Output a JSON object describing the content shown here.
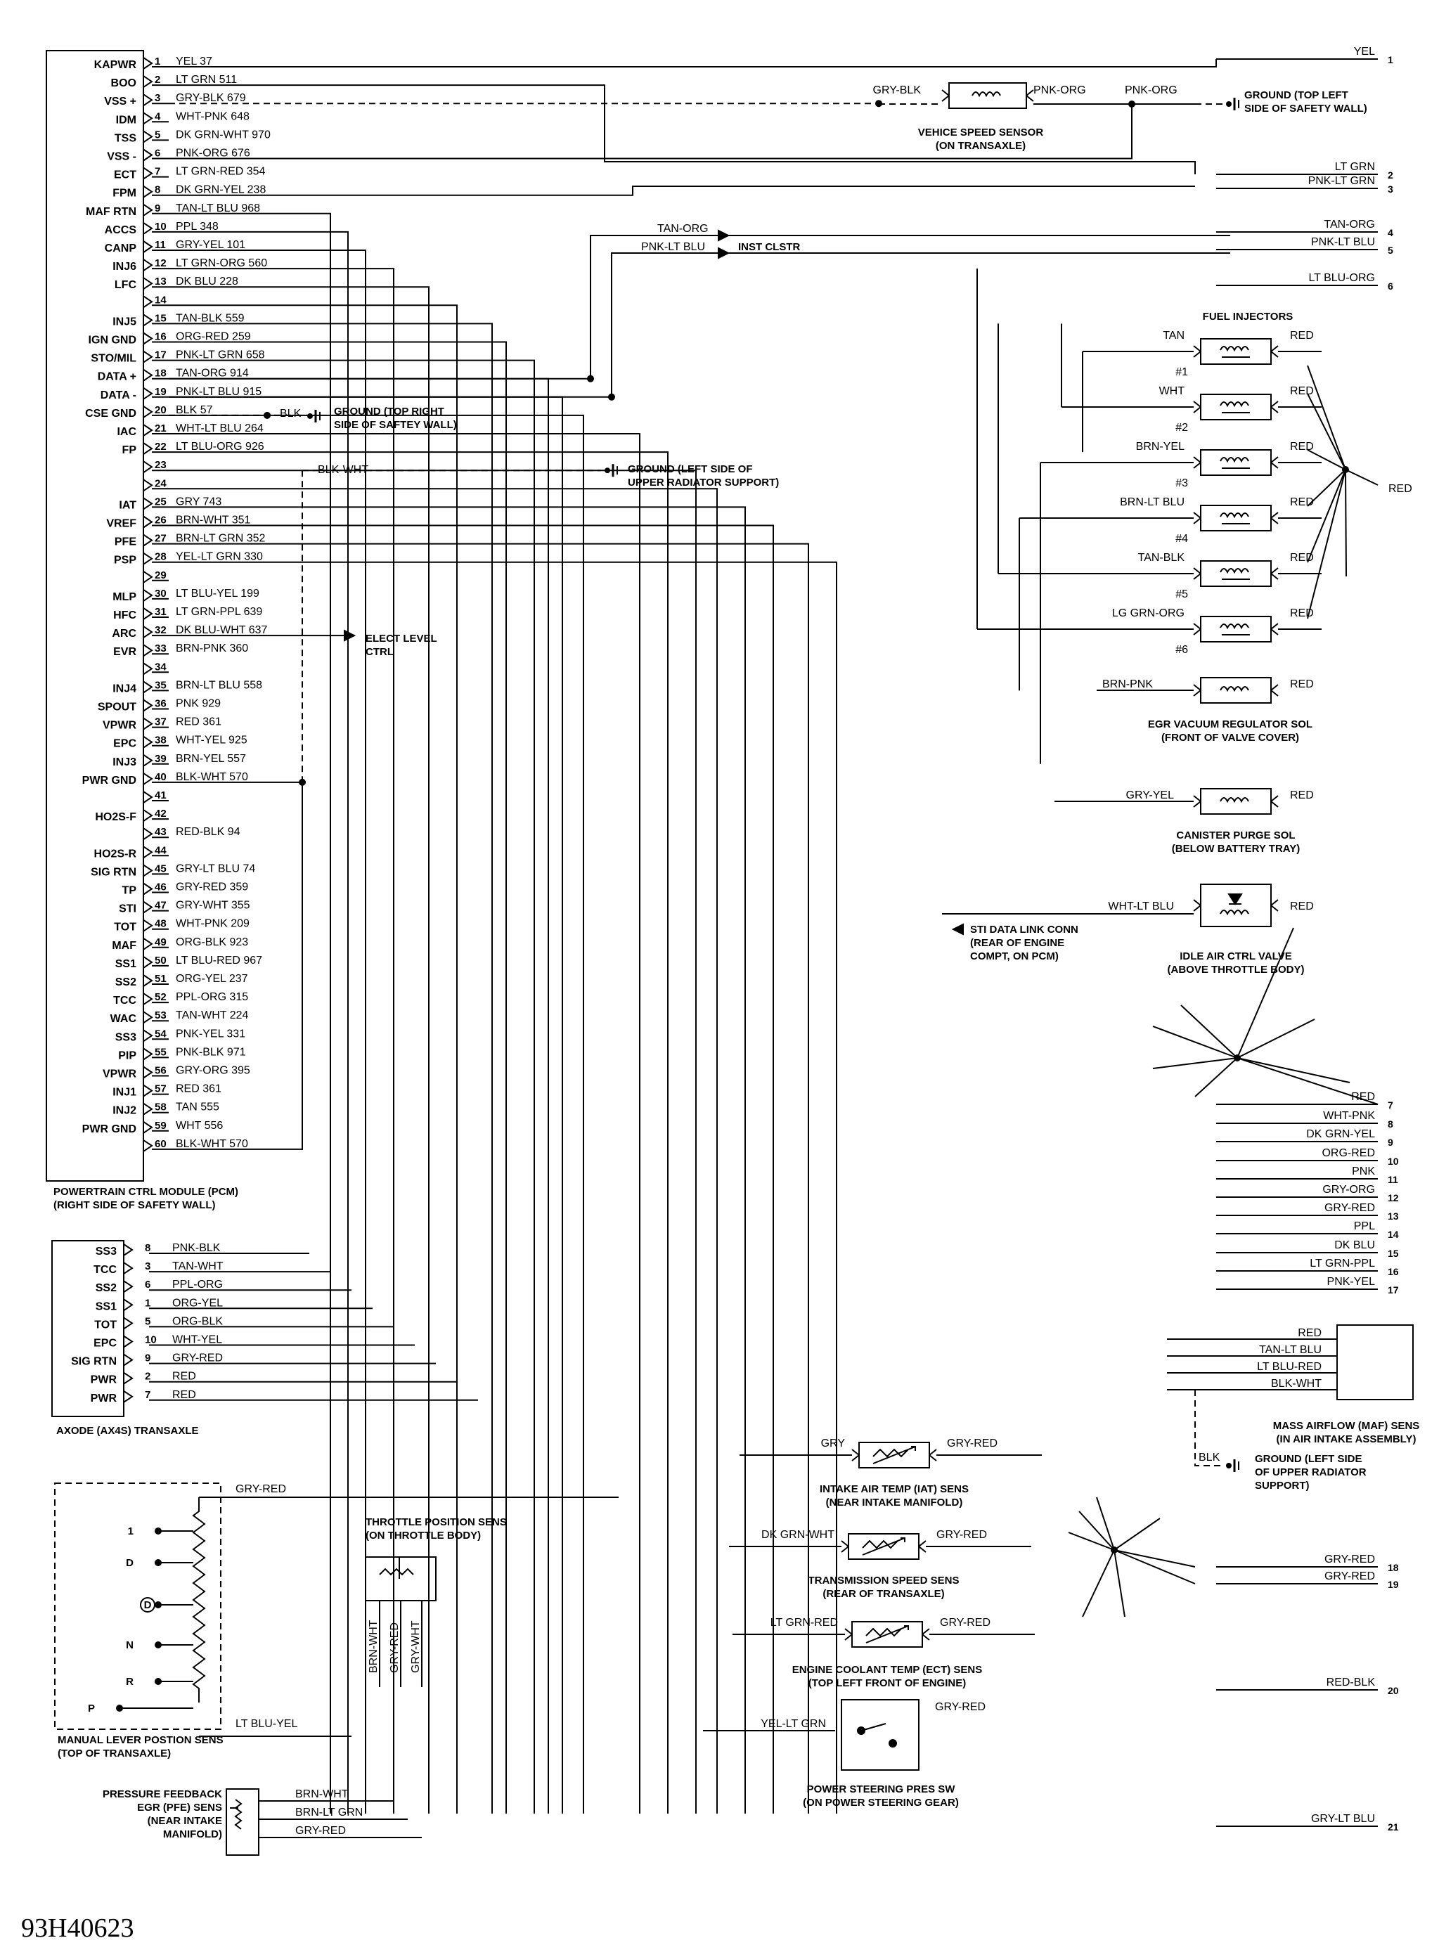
{
  "figure_id": "93H40623",
  "pcm": {
    "caption": [
      "POWERTRAIN CTRL MODULE (PCM)",
      "(RIGHT SIDE OF SAFETY WALL)"
    ],
    "pins": [
      {
        "n": "1",
        "sig": "KAPWR",
        "wire": "YEL 37"
      },
      {
        "n": "2",
        "sig": "BOO",
        "wire": "LT GRN 511"
      },
      {
        "n": "3",
        "sig": "VSS +",
        "wire": "GRY-BLK 679"
      },
      {
        "n": "4",
        "sig": "IDM",
        "wire": "WHT-PNK 648"
      },
      {
        "n": "5",
        "sig": "TSS",
        "wire": "DK GRN-WHT 970"
      },
      {
        "n": "6",
        "sig": "VSS -",
        "wire": "PNK-ORG 676"
      },
      {
        "n": "7",
        "sig": "ECT",
        "wire": "LT GRN-RED 354"
      },
      {
        "n": "8",
        "sig": "FPM",
        "wire": "DK GRN-YEL 238"
      },
      {
        "n": "9",
        "sig": "MAF RTN",
        "wire": "TAN-LT BLU 968"
      },
      {
        "n": "10",
        "sig": "ACCS",
        "wire": "PPL 348"
      },
      {
        "n": "11",
        "sig": "CANP",
        "wire": "GRY-YEL 101"
      },
      {
        "n": "12",
        "sig": "INJ6",
        "wire": "LT GRN-ORG 560"
      },
      {
        "n": "13",
        "sig": "LFC",
        "wire": "DK BLU 228"
      },
      {
        "n": "14",
        "sig": "",
        "wire": ""
      },
      {
        "n": "15",
        "sig": "INJ5",
        "wire": "TAN-BLK 559"
      },
      {
        "n": "16",
        "sig": "IGN GND",
        "wire": "ORG-RED 259"
      },
      {
        "n": "17",
        "sig": "STO/MIL",
        "wire": "PNK-LT GRN 658"
      },
      {
        "n": "18",
        "sig": "DATA +",
        "wire": "TAN-ORG 914"
      },
      {
        "n": "19",
        "sig": "DATA -",
        "wire": "PNK-LT BLU 915"
      },
      {
        "n": "20",
        "sig": "CSE GND",
        "wire": "BLK 57"
      },
      {
        "n": "21",
        "sig": "IAC",
        "wire": "WHT-LT BLU 264"
      },
      {
        "n": "22",
        "sig": "FP",
        "wire": "LT BLU-ORG 926"
      },
      {
        "n": "23",
        "sig": "",
        "wire": ""
      },
      {
        "n": "24",
        "sig": "",
        "wire": ""
      },
      {
        "n": "25",
        "sig": "IAT",
        "wire": "GRY 743"
      },
      {
        "n": "26",
        "sig": "VREF",
        "wire": "BRN-WHT 351"
      },
      {
        "n": "27",
        "sig": "PFE",
        "wire": "BRN-LT GRN 352"
      },
      {
        "n": "28",
        "sig": "PSP",
        "wire": "YEL-LT GRN 330"
      },
      {
        "n": "29",
        "sig": "",
        "wire": ""
      },
      {
        "n": "30",
        "sig": "MLP",
        "wire": "LT BLU-YEL 199"
      },
      {
        "n": "31",
        "sig": "HFC",
        "wire": "LT GRN-PPL 639"
      },
      {
        "n": "32",
        "sig": "ARC",
        "wire": "DK BLU-WHT 637"
      },
      {
        "n": "33",
        "sig": "EVR",
        "wire": "BRN-PNK 360"
      },
      {
        "n": "34",
        "sig": "",
        "wire": ""
      },
      {
        "n": "35",
        "sig": "INJ4",
        "wire": "BRN-LT BLU 558"
      },
      {
        "n": "36",
        "sig": "SPOUT",
        "wire": "PNK 929"
      },
      {
        "n": "37",
        "sig": "VPWR",
        "wire": "RED 361"
      },
      {
        "n": "38",
        "sig": "EPC",
        "wire": "WHT-YEL 925"
      },
      {
        "n": "39",
        "sig": "INJ3",
        "wire": "BRN-YEL 557"
      },
      {
        "n": "40",
        "sig": "PWR GND",
        "wire": "BLK-WHT 570"
      },
      {
        "n": "41",
        "sig": "",
        "wire": ""
      },
      {
        "n": "42",
        "sig": "HO2S-F",
        "wire": ""
      },
      {
        "n": "43",
        "sig": "",
        "wire": "RED-BLK 94"
      },
      {
        "n": "44",
        "sig": "HO2S-R",
        "wire": ""
      },
      {
        "n": "45",
        "sig": "SIG RTN",
        "wire": "GRY-LT BLU 74"
      },
      {
        "n": "46",
        "sig": "TP",
        "wire": "GRY-RED 359"
      },
      {
        "n": "47",
        "sig": "STI",
        "wire": "GRY-WHT 355"
      },
      {
        "n": "48",
        "sig": "TOT",
        "wire": "WHT-PNK 209"
      },
      {
        "n": "49",
        "sig": "MAF",
        "wire": "ORG-BLK 923"
      },
      {
        "n": "50",
        "sig": "SS1",
        "wire": "LT BLU-RED 967"
      },
      {
        "n": "51",
        "sig": "SS2",
        "wire": "ORG-YEL 237"
      },
      {
        "n": "52",
        "sig": "TCC",
        "wire": "PPL-ORG 315"
      },
      {
        "n": "53",
        "sig": "WAC",
        "wire": "TAN-WHT 224"
      },
      {
        "n": "54",
        "sig": "SS3",
        "wire": "PNK-YEL 331"
      },
      {
        "n": "55",
        "sig": "PIP",
        "wire": "PNK-BLK 971"
      },
      {
        "n": "56",
        "sig": "VPWR",
        "wire": "GRY-ORG 395"
      },
      {
        "n": "57",
        "sig": "INJ1",
        "wire": "RED 361"
      },
      {
        "n": "58",
        "sig": "INJ2",
        "wire": "TAN 555"
      },
      {
        "n": "59",
        "sig": "PWR GND",
        "wire": "WHT 556"
      },
      {
        "n": "60",
        "sig": "",
        "wire": "BLK-WHT 570"
      }
    ]
  },
  "transaxle": {
    "caption": "AXODE (AX4S) TRANSAXLE",
    "pins": [
      {
        "n": "8",
        "sig": "SS3",
        "wire": "PNK-BLK"
      },
      {
        "n": "3",
        "sig": "TCC",
        "wire": "TAN-WHT"
      },
      {
        "n": "6",
        "sig": "SS2",
        "wire": "PPL-ORG"
      },
      {
        "n": "1",
        "sig": "SS1",
        "wire": "ORG-YEL"
      },
      {
        "n": "5",
        "sig": "TOT",
        "wire": "ORG-BLK"
      },
      {
        "n": "10",
        "sig": "EPC",
        "wire": "WHT-YEL"
      },
      {
        "n": "9",
        "sig": "SIG RTN",
        "wire": "GRY-RED"
      },
      {
        "n": "2",
        "sig": "PWR",
        "wire": "RED"
      },
      {
        "n": "7",
        "sig": "PWR",
        "wire": "RED"
      }
    ]
  },
  "components": {
    "vss": {
      "name": [
        "VEHICE SPEED SENSOR",
        "(ON TRANSAXLE)"
      ],
      "wire_in": "GRY-BLK",
      "wire_out": "PNK-ORG",
      "wire_out2": "PNK-ORG"
    },
    "ground_vss": [
      "GROUND (TOP LEFT",
      "SIDE OF SAFETY WALL)"
    ],
    "inst_clstr": {
      "label": "INST CLSTR",
      "wire_a": "TAN-ORG",
      "wire_b": "PNK-LT BLU"
    },
    "ground_right": [
      "GROUND (TOP RIGHT",
      "SIDE OF SAFTEY WALL)"
    ],
    "ground_right_wire": "BLK",
    "ground_radiator": [
      "GROUND (LEFT SIDE OF",
      "UPPER RADIATOR SUPPORT)"
    ],
    "ground_radiator_wire": "BLK-WHT",
    "elect_level": [
      "ELECT LEVEL",
      "CTRL"
    ],
    "fuel_injectors": {
      "title": "FUEL INJECTORS",
      "items": [
        {
          "id": "#1",
          "wire": "TAN",
          "out": "RED"
        },
        {
          "id": "#2",
          "wire": "WHT",
          "out": "RED"
        },
        {
          "id": "#3",
          "wire": "BRN-YEL",
          "out": "RED"
        },
        {
          "id": "#4",
          "wire": "BRN-LT BLU",
          "out": "RED"
        },
        {
          "id": "#5",
          "wire": "TAN-BLK",
          "out": "RED"
        },
        {
          "id": "#6",
          "wire": "LG GRN-ORG",
          "out": "RED"
        }
      ],
      "bus_label": "RED"
    },
    "egr_sol": {
      "name": [
        "EGR VACUUM REGULATOR SOL",
        "(FRONT OF VALVE COVER)"
      ],
      "wire_in": "BRN-PNK",
      "wire_out": "RED"
    },
    "canister": {
      "name": [
        "CANISTER PURGE SOL",
        "(BELOW BATTERY TRAY)"
      ],
      "wire_in": "GRY-YEL",
      "wire_out": "RED"
    },
    "iac": {
      "name": [
        "IDLE AIR CTRL VALVE",
        "(ABOVE THROTTLE BODY)"
      ],
      "wire_in": "WHT-LT BLU",
      "wire_out": "RED"
    },
    "sti": [
      "STI DATA LINK CONN",
      "(REAR OF ENGINE",
      "COMPT, ON PCM)"
    ],
    "maf": {
      "name": [
        "MASS AIRFLOW (MAF) SENS",
        "(IN AIR INTAKE ASSEMBLY)"
      ],
      "wires": [
        "RED",
        "TAN-LT BLU",
        "LT BLU-RED",
        "BLK-WHT"
      ],
      "gnd_wire": "BLK"
    },
    "ground_maf": [
      "GROUND (LEFT SIDE",
      "OF UPPER RADIATOR",
      "SUPPORT)"
    ],
    "iat": {
      "name": [
        "INTAKE AIR TEMP (IAT) SENS",
        "(NEAR INTAKE MANIFOLD)"
      ],
      "wire_in": "GRY",
      "wire_out": "GRY-RED"
    },
    "tss": {
      "name": [
        "TRANSMISSION SPEED SENS",
        "(REAR OF TRANSAXLE)"
      ],
      "wire_in": "DK GRN-WHT",
      "wire_out": "GRY-RED"
    },
    "ect": {
      "name": [
        "ENGINE COOLANT TEMP (ECT) SENS",
        "(TOP LEFT FRONT OF ENGINE)"
      ],
      "wire_in": "LT GRN-RED",
      "wire_out": "GRY-RED"
    },
    "ps_sw": {
      "name": [
        "POWER STEERING PRES SW",
        "(ON POWER STEERING GEAR)"
      ],
      "wire_in": "YEL-LT GRN",
      "wire_out": "GRY-RED"
    },
    "tps": {
      "name": [
        "THROTTLE POSITION SENS",
        "(ON THROTTLE BODY)"
      ],
      "wires": [
        "BRN-WHT",
        "GRY-RED",
        "GRY-WHT"
      ]
    },
    "mlp": {
      "name": [
        "MANUAL LEVER POSTION SENS",
        "(TOP OF TRANSAXLE)"
      ],
      "wire_top": "GRY-RED",
      "wire_bottom": "LT BLU-YEL",
      "positions": [
        "1",
        "D",
        "D",
        "N",
        "R",
        "P"
      ]
    },
    "pfe": {
      "name": [
        "PRESSURE FEEDBACK",
        "EGR (PFE) SENS",
        "(NEAR INTAKE",
        "MANIFOLD)"
      ],
      "wires": [
        "BRN-WHT",
        "BRN-LT GRN",
        "GRY-RED"
      ]
    }
  },
  "right_outputs": [
    {
      "n": "1",
      "wire": "YEL"
    },
    {
      "n": "2",
      "wire": "LT GRN"
    },
    {
      "n": "3",
      "wire": "PNK-LT GRN"
    },
    {
      "n": "4",
      "wire": "TAN-ORG"
    },
    {
      "n": "5",
      "wire": "PNK-LT BLU"
    },
    {
      "n": "6",
      "wire": "LT BLU-ORG"
    },
    {
      "n": "7",
      "wire": "RED"
    },
    {
      "n": "8",
      "wire": "WHT-PNK"
    },
    {
      "n": "9",
      "wire": "DK GRN-YEL"
    },
    {
      "n": "10",
      "wire": "ORG-RED"
    },
    {
      "n": "11",
      "wire": "PNK"
    },
    {
      "n": "12",
      "wire": "GRY-ORG"
    },
    {
      "n": "13",
      "wire": "GRY-RED"
    },
    {
      "n": "14",
      "wire": "PPL"
    },
    {
      "n": "15",
      "wire": "DK BLU"
    },
    {
      "n": "16",
      "wire": "LT GRN-PPL"
    },
    {
      "n": "17",
      "wire": "PNK-YEL"
    },
    {
      "n": "18",
      "wire": "GRY-RED"
    },
    {
      "n": "19",
      "wire": "GRY-RED"
    },
    {
      "n": "20",
      "wire": "RED-BLK"
    },
    {
      "n": "21",
      "wire": "GRY-LT BLU"
    }
  ]
}
